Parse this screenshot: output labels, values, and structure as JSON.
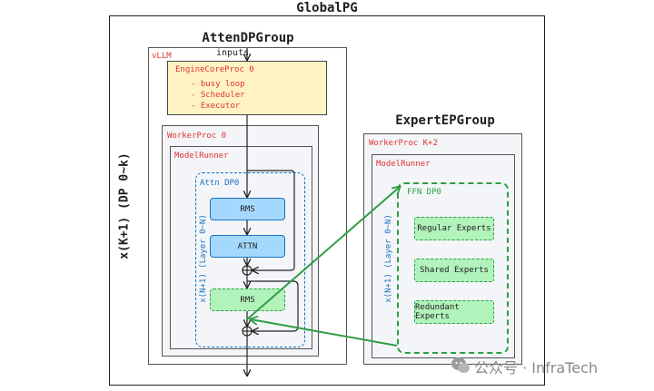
{
  "global": {
    "title": "GlobalPG",
    "dp_label": "x(K+1) (DP 0~k)"
  },
  "attn_group": {
    "title": "AttenDPGroup",
    "inputs": "inputs",
    "vllm": "vLLM",
    "engine": {
      "title": "EngineCoreProc 0",
      "lines": [
        "- busy loop",
        "- Scheduler",
        "- Executor"
      ]
    },
    "worker": "WorkerProc 0",
    "model_runner": "ModelRunner",
    "attn_dp": "Attn DP0",
    "layer_label": "x(N+1) (Layer 0~N)",
    "blocks": {
      "rms1": "RMS",
      "attn": "ATTN",
      "rms2": "RMS"
    }
  },
  "ep_group": {
    "title": "ExpertEPGroup",
    "worker": "WorkerProc K+2",
    "model_runner": "ModelRunner",
    "ffn_dp": "FFN DP0",
    "layer_label": "x(N+1) (Layer 0~N)",
    "experts": [
      "Regular Experts",
      "Shared Experts",
      "Redundant Experts"
    ]
  },
  "watermark": "公众号 · InfraTech",
  "colors": {
    "red_label": "#e03131",
    "blue": "#1971c2",
    "green": "#2f9e44",
    "engine_fill": "#fff3c4",
    "attn_fill": "#a5d8ff",
    "ffn_fill": "#b2f2bb"
  }
}
